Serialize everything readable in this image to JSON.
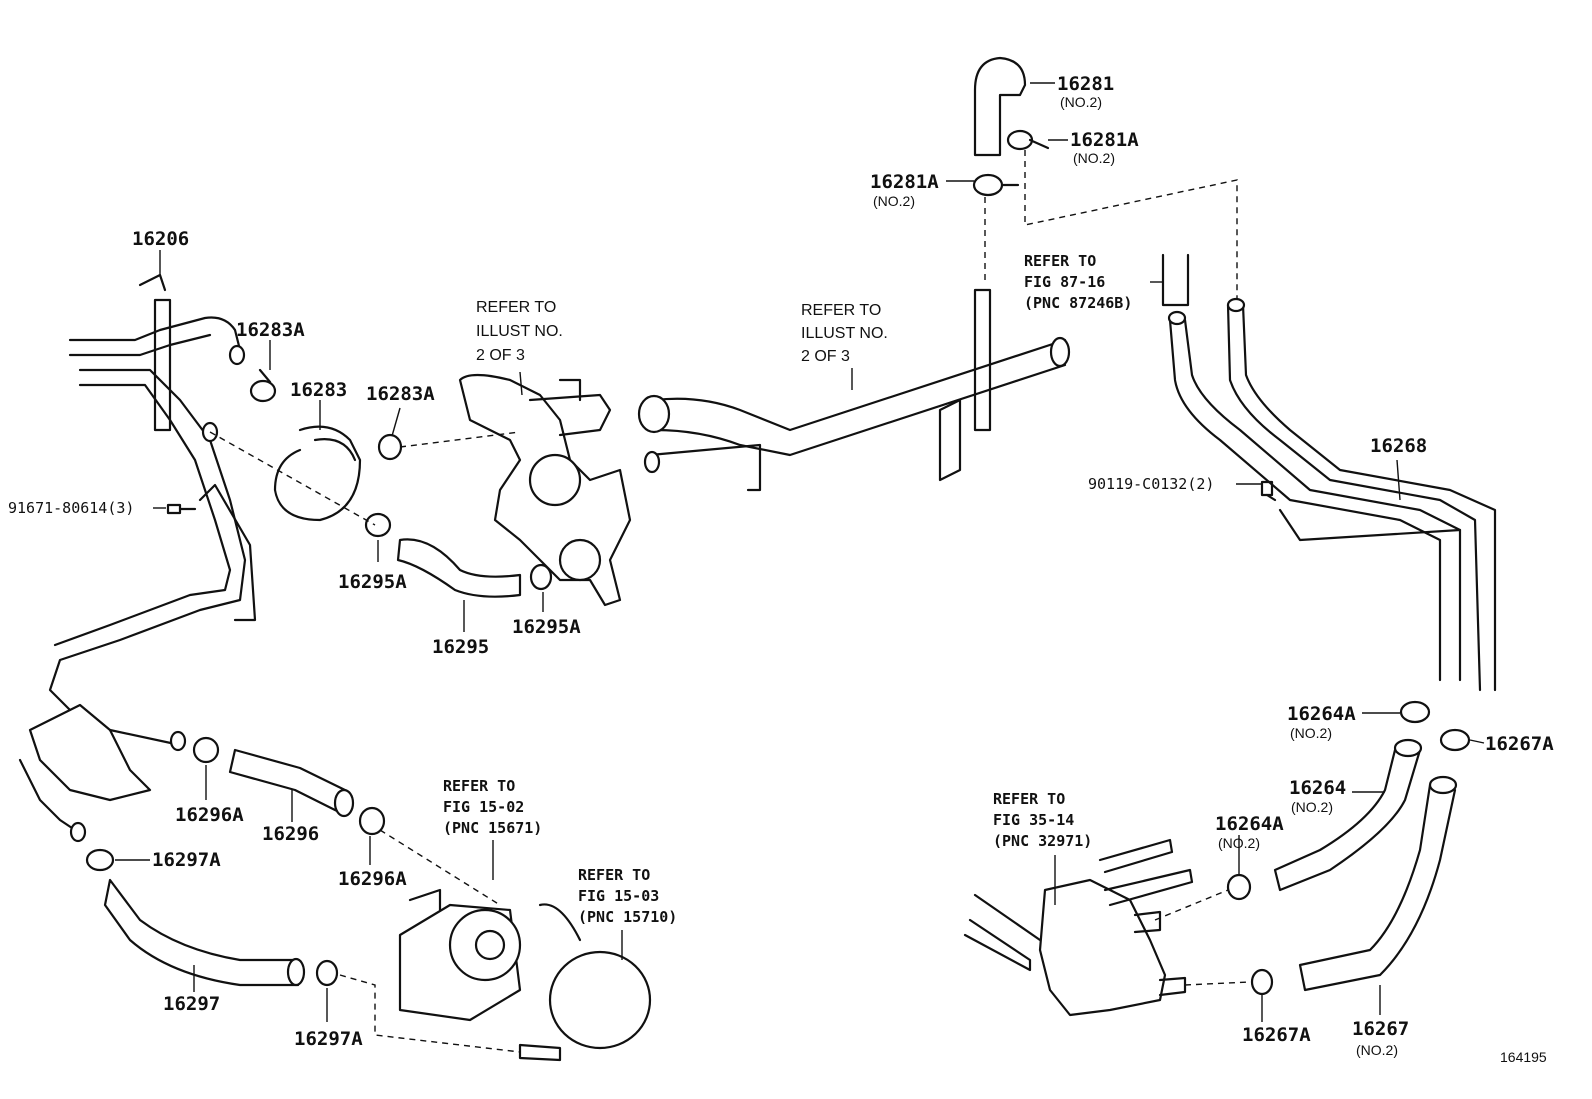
{
  "diagram_id": "164195",
  "labels": {
    "p16206": "16206",
    "p16283A_top": "16283A",
    "p16283": "16283",
    "p16283A_mid": "16283A",
    "p91671": "91671-80614(3)",
    "p16295A_left": "16295A",
    "p16295": "16295",
    "p16295A_right": "16295A",
    "p16296A_left": "16296A",
    "p16296": "16296",
    "p16296A_right": "16296A",
    "p16297A_top": "16297A",
    "p16297": "16297",
    "p16297A_bottom": "16297A",
    "p16281": "16281",
    "p16281_sub": "(NO.2)",
    "p16281A_right": "16281A",
    "p16281A_right_sub": "(NO.2)",
    "p16281A_left": "16281A",
    "p16281A_left_sub": "(NO.2)",
    "p16268": "16268",
    "p90119": "90119-C0132(2)",
    "p16264A_top": "16264A",
    "p16264A_top_sub": "(NO.2)",
    "p16267A_right": "16267A",
    "p16264": "16264",
    "p16264_sub": "(NO.2)",
    "p16264A_mid": "16264A",
    "p16264A_mid_sub": "(NO.2)",
    "p16267A_bottom": "16267A",
    "p16267": "16267",
    "p16267_sub": "(NO.2)"
  },
  "refs": {
    "ref_illust_1": [
      "REFER TO",
      "ILLUST NO.",
      "2 OF 3"
    ],
    "ref_illust_2": [
      "REFER TO",
      "ILLUST NO.",
      "2 OF 3"
    ],
    "ref_fig_87": [
      "REFER TO",
      "FIG 87-16",
      "(PNC 87246B)"
    ],
    "ref_fig_15_02": [
      "REFER TO",
      "FIG 15-02",
      "(PNC 15671)"
    ],
    "ref_fig_15_03": [
      "REFER TO",
      "FIG 15-03",
      "(PNC 15710)"
    ],
    "ref_fig_35_14": [
      "REFER TO",
      "FIG 35-14",
      "(PNC 32971)"
    ]
  }
}
